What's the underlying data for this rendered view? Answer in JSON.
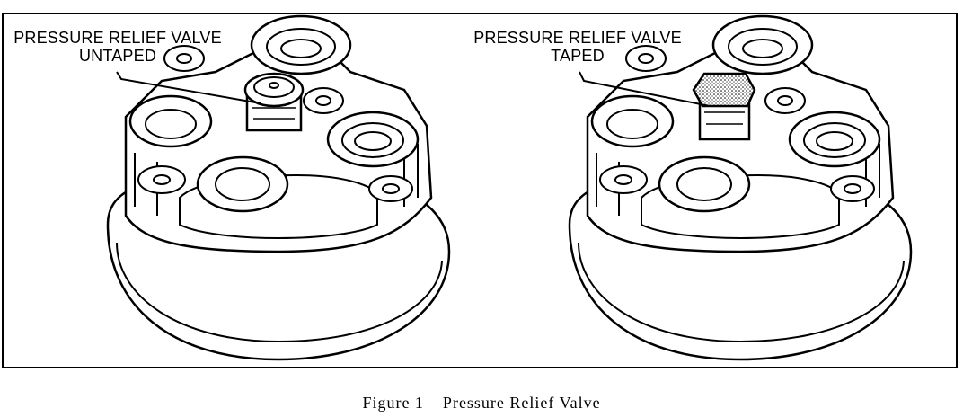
{
  "figure": {
    "left_label_line1": "PRESSURE RELIEF VALVE",
    "left_label_line2": "UNTAPED",
    "right_label_line1": "PRESSURE RELIEF VALVE",
    "right_label_line2": "TAPED",
    "caption": "Figure 1 – Pressure Relief Valve"
  }
}
